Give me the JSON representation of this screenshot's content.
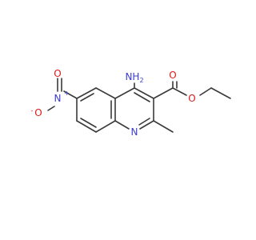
{
  "molecule": {
    "atoms": {
      "amino_n": "N",
      "amino_h": "H",
      "amino_h_count": "2",
      "ring_n": "N",
      "nitro_n": "N",
      "nitro_n_charge": "+",
      "nitro_o_double": "O",
      "nitro_o_single": "O",
      "nitro_o_charge": "-",
      "carbonyl_o": "O",
      "ester_o": "O"
    },
    "colors": {
      "bond": "#3a3a3a",
      "nitrogen": "#3b3bd4",
      "oxygen": "#e0191d"
    }
  }
}
